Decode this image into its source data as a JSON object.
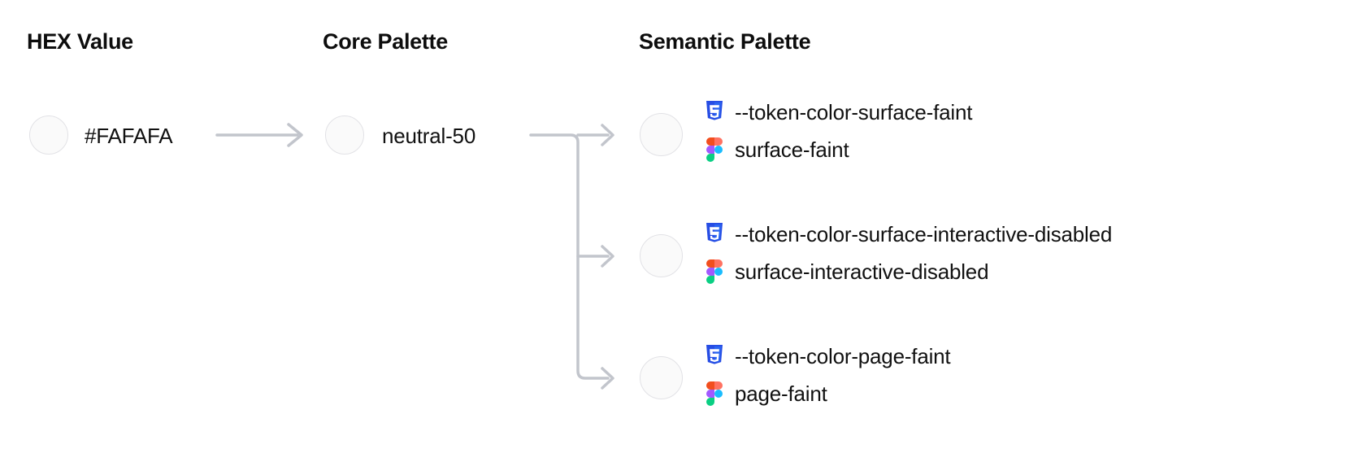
{
  "columns": {
    "hex": "HEX Value",
    "core": "Core Palette",
    "semantic": "Semantic Palette"
  },
  "hex": {
    "value": "#FAFAFA",
    "swatch_color": "#FAFAFA"
  },
  "core": {
    "value": "neutral-50",
    "swatch_color": "#FAFAFA"
  },
  "semantic": [
    {
      "css_icon": "css3-icon",
      "css_token": "--token-color-surface-faint",
      "figma_icon": "figma-icon",
      "figma_token": "surface-faint",
      "swatch_color": "#FAFAFA"
    },
    {
      "css_icon": "css3-icon",
      "css_token": "--token-color-surface-interactive-disabled",
      "figma_icon": "figma-icon",
      "figma_token": "surface-interactive-disabled",
      "swatch_color": "#FAFAFA"
    },
    {
      "css_icon": "css3-icon",
      "css_token": "--token-color-page-faint",
      "figma_icon": "figma-icon",
      "figma_token": "page-faint",
      "swatch_color": "#FAFAFA"
    }
  ],
  "connectors": {
    "arrow_color": "#C2C5CC",
    "swatch_border_color": "#E2E2E6",
    "arrow_icon": "arrow-right-icon",
    "branch_icon": "branch-connector-icon"
  },
  "palette": {
    "text_color": "#111111",
    "heading_color": "#0D0D0D",
    "background": "#FFFFFF",
    "css_blue": "#264DE4",
    "css_blue_light": "#2965F1",
    "figma_orange": "#F24E1E",
    "figma_red": "#FF7262",
    "figma_purple": "#A259FF",
    "figma_blue": "#1ABCFE",
    "figma_green": "#0ACF83"
  }
}
